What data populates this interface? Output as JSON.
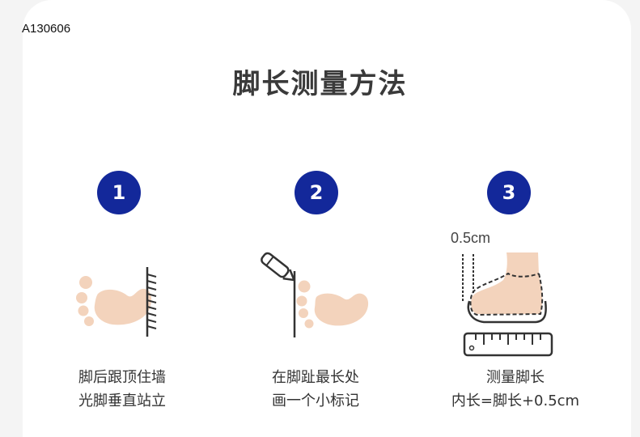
{
  "product_code": "A130606",
  "title": "脚长测量方法",
  "accent_color": "#13289a",
  "foot_color": "#f3d3bc",
  "steps": [
    {
      "number": "1",
      "icon": "foot-against-wall-icon",
      "caption_line1": "脚后跟顶住墙",
      "caption_line2": "光脚垂直站立"
    },
    {
      "number": "2",
      "icon": "pencil-mark-toe-icon",
      "caption_line1": "在脚趾最长处",
      "caption_line2": "画一个小标记"
    },
    {
      "number": "3",
      "icon": "foot-in-shoe-ruler-icon",
      "measure_label": "0.5cm",
      "caption_line1": "测量脚长",
      "caption_line2": "内长=脚长+0.5cm"
    }
  ]
}
